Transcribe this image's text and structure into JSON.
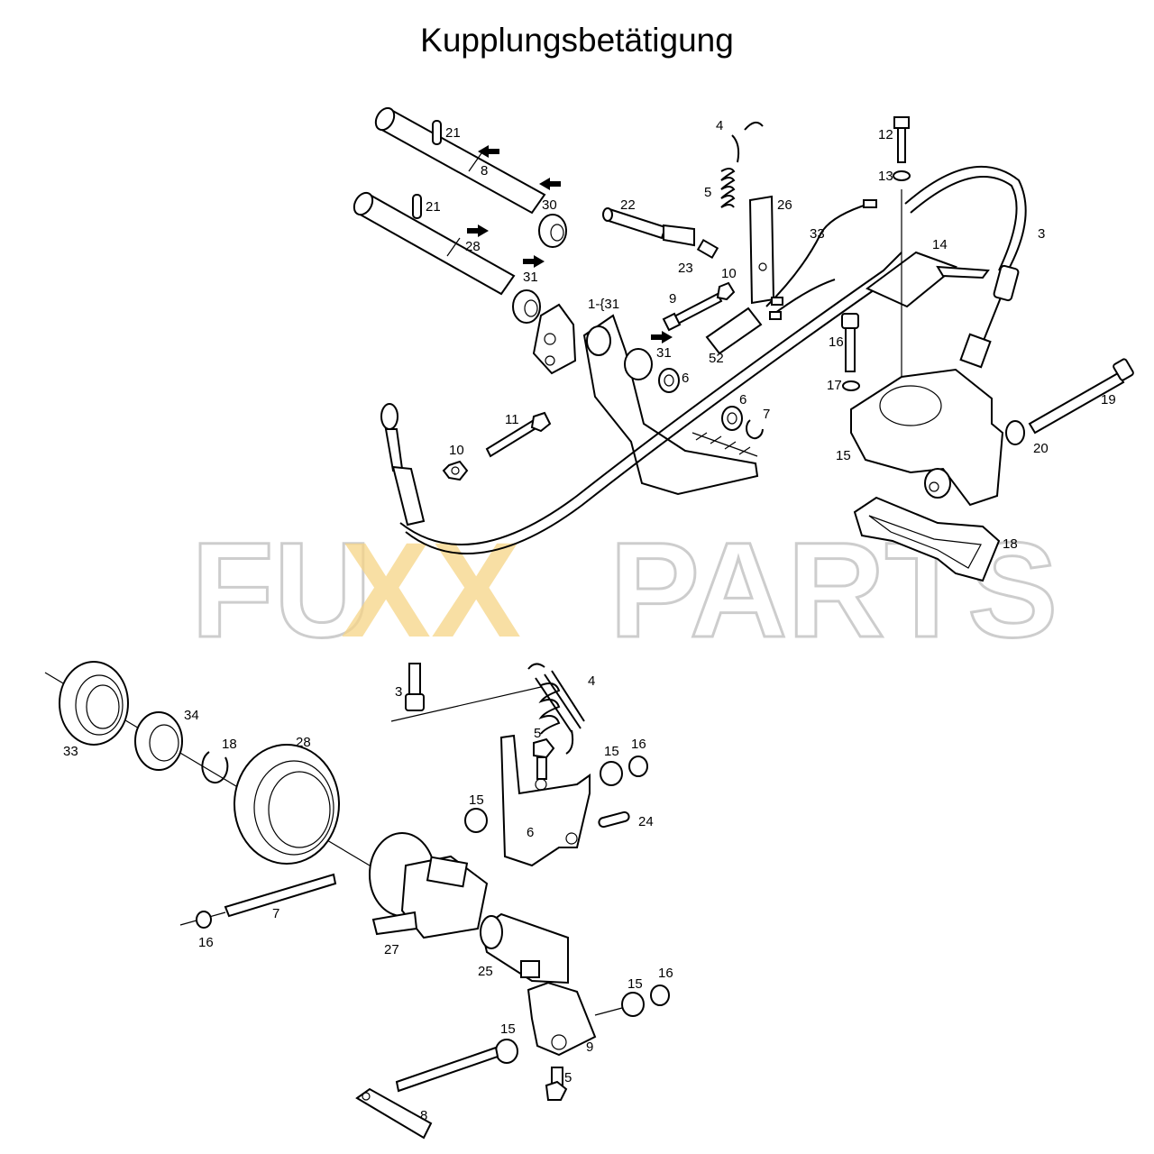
{
  "title": "Kupplungsbetätigung",
  "watermark": {
    "left": "FU",
    "middle": "XX",
    "right": "PARTS",
    "accent_color": "#f2b233",
    "gray_color": "#d8d8d8"
  },
  "labels": {
    "t21a": "21",
    "t8a": "8",
    "t30": "30",
    "t21b": "21",
    "t28a": "28",
    "t31a": "31",
    "t22": "22",
    "t4a": "4",
    "t5a": "5",
    "t26": "26",
    "t23": "23",
    "t10a": "10",
    "t33a": "33",
    "t9a": "9",
    "t1_31": "1-{31",
    "t31b": "31",
    "t52": "52",
    "t6a": "6",
    "t6b": "6",
    "t7a": "7",
    "t11": "11",
    "t10b": "10",
    "t12": "12",
    "t13": "13",
    "t3a": "3",
    "t14": "14",
    "t16a": "16",
    "t17": "17",
    "t19": "19",
    "t15a": "15",
    "t20": "20",
    "t18a": "18",
    "b33": "33",
    "b34": "34",
    "b18": "18",
    "b28": "28",
    "b3": "3",
    "b4": "4",
    "b5a": "5",
    "b15a": "15",
    "b16a": "16",
    "b15b": "15",
    "b6": "6",
    "b24": "24",
    "b16b": "16",
    "b7": "7",
    "b27": "27",
    "b25": "25",
    "b15c": "15",
    "b16c": "16",
    "b15d": "15",
    "b9": "9",
    "b5b": "5",
    "b8": "8"
  }
}
